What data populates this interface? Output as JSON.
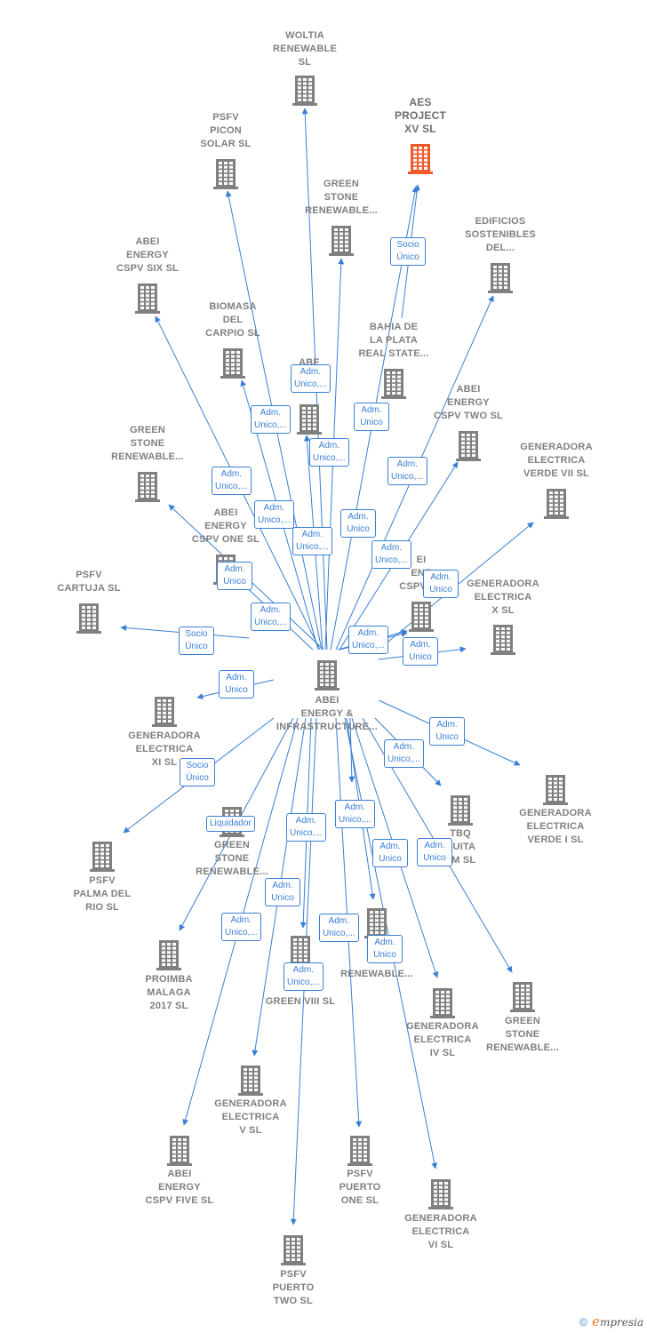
{
  "colors": {
    "edge": "#3a7fd5",
    "node": "#808080",
    "focus": "#f05a2a",
    "text": "#808080"
  },
  "center": {
    "id": "abei-infra",
    "label": "ABEI\nENERGY &\nINFRASTRUCTURE..."
  },
  "nodes": [
    {
      "id": "woltia",
      "label": "WOLTIA\nRENEWABLE\nSL"
    },
    {
      "id": "aes",
      "label": "AES\nPROJECT\nXV  SL",
      "focus": true
    },
    {
      "id": "psfv-picon",
      "label": "PSFV\nPICON\nSOLAR  SL"
    },
    {
      "id": "green-stone-a",
      "label": "GREEN\nSTONE\nRENEWABLE..."
    },
    {
      "id": "edificios",
      "label": "EDIFICIOS\nSOSTENIBLES\nDEL..."
    },
    {
      "id": "abei-six",
      "label": "ABEI\nENERGY\nCSPV SIX  SL"
    },
    {
      "id": "biomasa",
      "label": "BIOMASA\nDEL\nCARPIO  SL"
    },
    {
      "id": "bahia",
      "label": "BAHIA DE\nLA PLATA\nREAL STATE..."
    },
    {
      "id": "abe-hidden",
      "label": "ABE\nE..."
    },
    {
      "id": "abei-two",
      "label": "ABEI\nENERGY\nCSPV TWO  SL"
    },
    {
      "id": "green-stone-b",
      "label": "GREEN\nSTONE\nRENEWABLE..."
    },
    {
      "id": "gen-vii",
      "label": "GENERADORA\nELECTRICA\nVERDE VII  SL"
    },
    {
      "id": "abei-one",
      "label": "ABEI\nENERGY\nCSPV ONE  SL"
    },
    {
      "id": "abei-f",
      "label": "EI\nENE\nCSPV F..."
    },
    {
      "id": "psfv-cartuja",
      "label": "PSFV\nCARTUJA  SL"
    },
    {
      "id": "gen-x",
      "label": "GENERADORA\nELECTRICA\nX  SL"
    },
    {
      "id": "gen-xi",
      "label": "GENERADORA\nELECTRICA\nXI  SL"
    },
    {
      "id": "gen-verde-i",
      "label": "GENERADORA\nELECTRICA\nVERDE I  SL"
    },
    {
      "id": "tbq",
      "label": "TBQ\nQUITA\nSM  SL"
    },
    {
      "id": "green-stone-c",
      "label": "GREEN\nSTONE\nRENEWABLE..."
    },
    {
      "id": "psfv-palma",
      "label": "PSFV\nPALMA DEL\nRIO  SL"
    },
    {
      "id": "proimba",
      "label": "PROIMBA\nMALAGA\n2017  SL"
    },
    {
      "id": "green-stone-d",
      "label": "GR\nST\nRENEWABLE..."
    },
    {
      "id": "gen-green-viii",
      "label": "GEN\nEL\nGREEN VIII  SL"
    },
    {
      "id": "gen-iv",
      "label": "GENERADORA\nELECTRICA\nIV  SL"
    },
    {
      "id": "green-stone-e",
      "label": "GREEN\nSTONE\nRENEWABLE..."
    },
    {
      "id": "gen-v",
      "label": "GENERADORA\nELECTRICA\nV  SL"
    },
    {
      "id": "abei-five",
      "label": "ABEI\nENERGY\nCSPV FIVE  SL"
    },
    {
      "id": "psfv-one",
      "label": "PSFV\nPUERTO\nONE  SL"
    },
    {
      "id": "gen-vi",
      "label": "GENERADORA\nELECTRICA\nVI  SL"
    },
    {
      "id": "psfv-two",
      "label": "PSFV\nPUERTO\nTWO  SL"
    }
  ],
  "edges": [
    {
      "to": "woltia",
      "label": "Adm.\nUnico,..."
    },
    {
      "to": "aes",
      "label": "Socio\nÚnico"
    },
    {
      "to": "aes",
      "label": "Adm.\nUnico"
    },
    {
      "to": "psfv-picon",
      "label": "Adm.\nUnico,..."
    },
    {
      "to": "green-stone-a",
      "label": "Adm.\nUnico,..."
    },
    {
      "to": "edificios",
      "label": "Adm.\nUnico,..."
    },
    {
      "to": "abei-six",
      "label": "Adm.\nUnico,..."
    },
    {
      "to": "biomasa",
      "label": "Adm.\nUnico,..."
    },
    {
      "to": "abe-hidden",
      "label": "Adm.\nUnico,..."
    },
    {
      "to": "abei-two",
      "label": "Adm.\nUnico,..."
    },
    {
      "to": "green-stone-b",
      "label": "Adm.\nUnico"
    },
    {
      "to": "gen-vii",
      "label": "Adm.\nUnico"
    },
    {
      "to": "abei-one",
      "label": "Adm.\nUnico,..."
    },
    {
      "to": "abei-f",
      "label": "Adm.\nUnico"
    },
    {
      "to": "psfv-cartuja",
      "label": "Socio\nÚnico"
    },
    {
      "to": "gen-x",
      "label": "Adm.\nUnico"
    },
    {
      "to": "gen-xi",
      "label": "Adm.\nUnico"
    },
    {
      "to": "gen-verde-i",
      "label": "Adm.\nUnico"
    },
    {
      "to": "tbq",
      "label": "Adm.\nUnico,..."
    },
    {
      "to": "green-stone-c",
      "label": "Adm.\nUnico"
    },
    {
      "to": "psfv-palma",
      "label": "Socio\nÚnico"
    },
    {
      "to": "proimba",
      "label": "Liquidador"
    },
    {
      "to": "green-stone-d",
      "label": "Adm.\nUnico"
    },
    {
      "to": "gen-green-viii",
      "label": "Adm.\nUnico,..."
    },
    {
      "to": "gen-iv",
      "label": "Adm.\nUnico"
    },
    {
      "to": "gen-v",
      "label": "Adm.\nUnico"
    },
    {
      "to": "abei-five",
      "label": "Adm.\nUnico,..."
    },
    {
      "to": "psfv-one",
      "label": "Adm.\nUnico,..."
    },
    {
      "to": "gen-vi",
      "label": "Adm.\nUnico"
    },
    {
      "to": "psfv-two",
      "label": "Adm.\nUnico,..."
    },
    {
      "to": "green-stone-d",
      "label": "Adm.\nUnico,..."
    },
    {
      "to": "abei-f",
      "label": "Adm.\nUnico,..."
    }
  ],
  "footer": {
    "copyright": "©",
    "brand_initial": "e",
    "brand_rest": "mpresia"
  }
}
